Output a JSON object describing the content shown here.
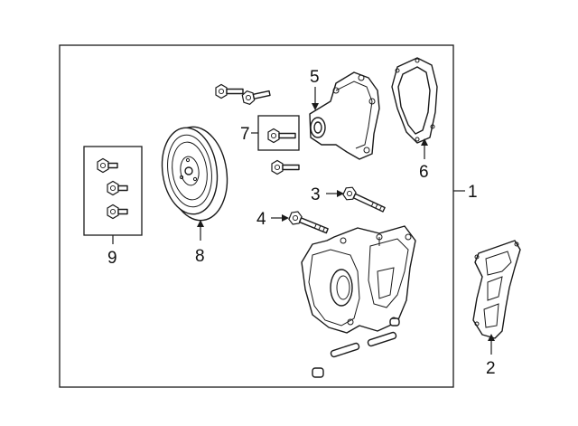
{
  "callouts": {
    "assembly": "1",
    "gasket_lower": "2",
    "bolt_long": "3",
    "bolt_short": "4",
    "water_pump": "5",
    "pump_gasket": "6",
    "pump_bolt": "7",
    "pulley": "8",
    "pulley_bolts": "9"
  }
}
